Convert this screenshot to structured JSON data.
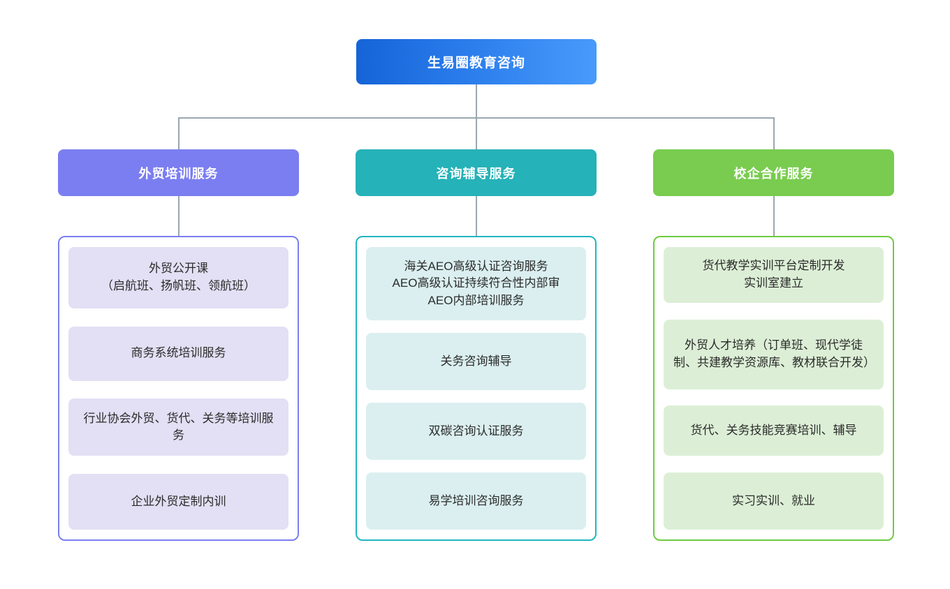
{
  "diagram": {
    "type": "organizational-tree",
    "root": {
      "label": "生易圈教育咨询",
      "color": "#1f73e0",
      "gradient_from": "#1564d8",
      "gradient_to": "#489bfb"
    },
    "connector_color": "#9aa7b0",
    "branches": [
      {
        "id": "foreign-trade-training",
        "label": "外贸培训服务",
        "color": "#7b7ef0",
        "card_color": "#e3dff4",
        "items": [
          {
            "text": "外贸公开课\n（启航班、扬帆班、领航班）"
          },
          {
            "text": "商务系统培训服务"
          },
          {
            "text": "行业协会外贸、货代、关务等培训服务"
          },
          {
            "text": "企业外贸定制内训"
          }
        ]
      },
      {
        "id": "consulting-tutoring",
        "label": "咨询辅导服务",
        "color": "#25b2b8",
        "card_color": "#dbeff0",
        "items": [
          {
            "text": "海关AEO高级认证咨询服务\nAEO高级认证持续符合性内部审\nAEO内部培训服务"
          },
          {
            "text": "关务咨询辅导"
          },
          {
            "text": "双碳咨询认证服务"
          },
          {
            "text": "易学培训咨询服务"
          }
        ]
      },
      {
        "id": "school-enterprise-cooperation",
        "label": "校企合作服务",
        "color": "#79cc4f",
        "card_color": "#dcefd6",
        "items": [
          {
            "text": "货代教学实训平台定制开发\n实训室建立"
          },
          {
            "text": "外贸人才培养（订单班、现代学徒制、共建教学资源库、教材联合开发）"
          },
          {
            "text": "货代、关务技能竞赛培训、辅导"
          },
          {
            "text": "实习实训、就业"
          }
        ]
      }
    ]
  }
}
